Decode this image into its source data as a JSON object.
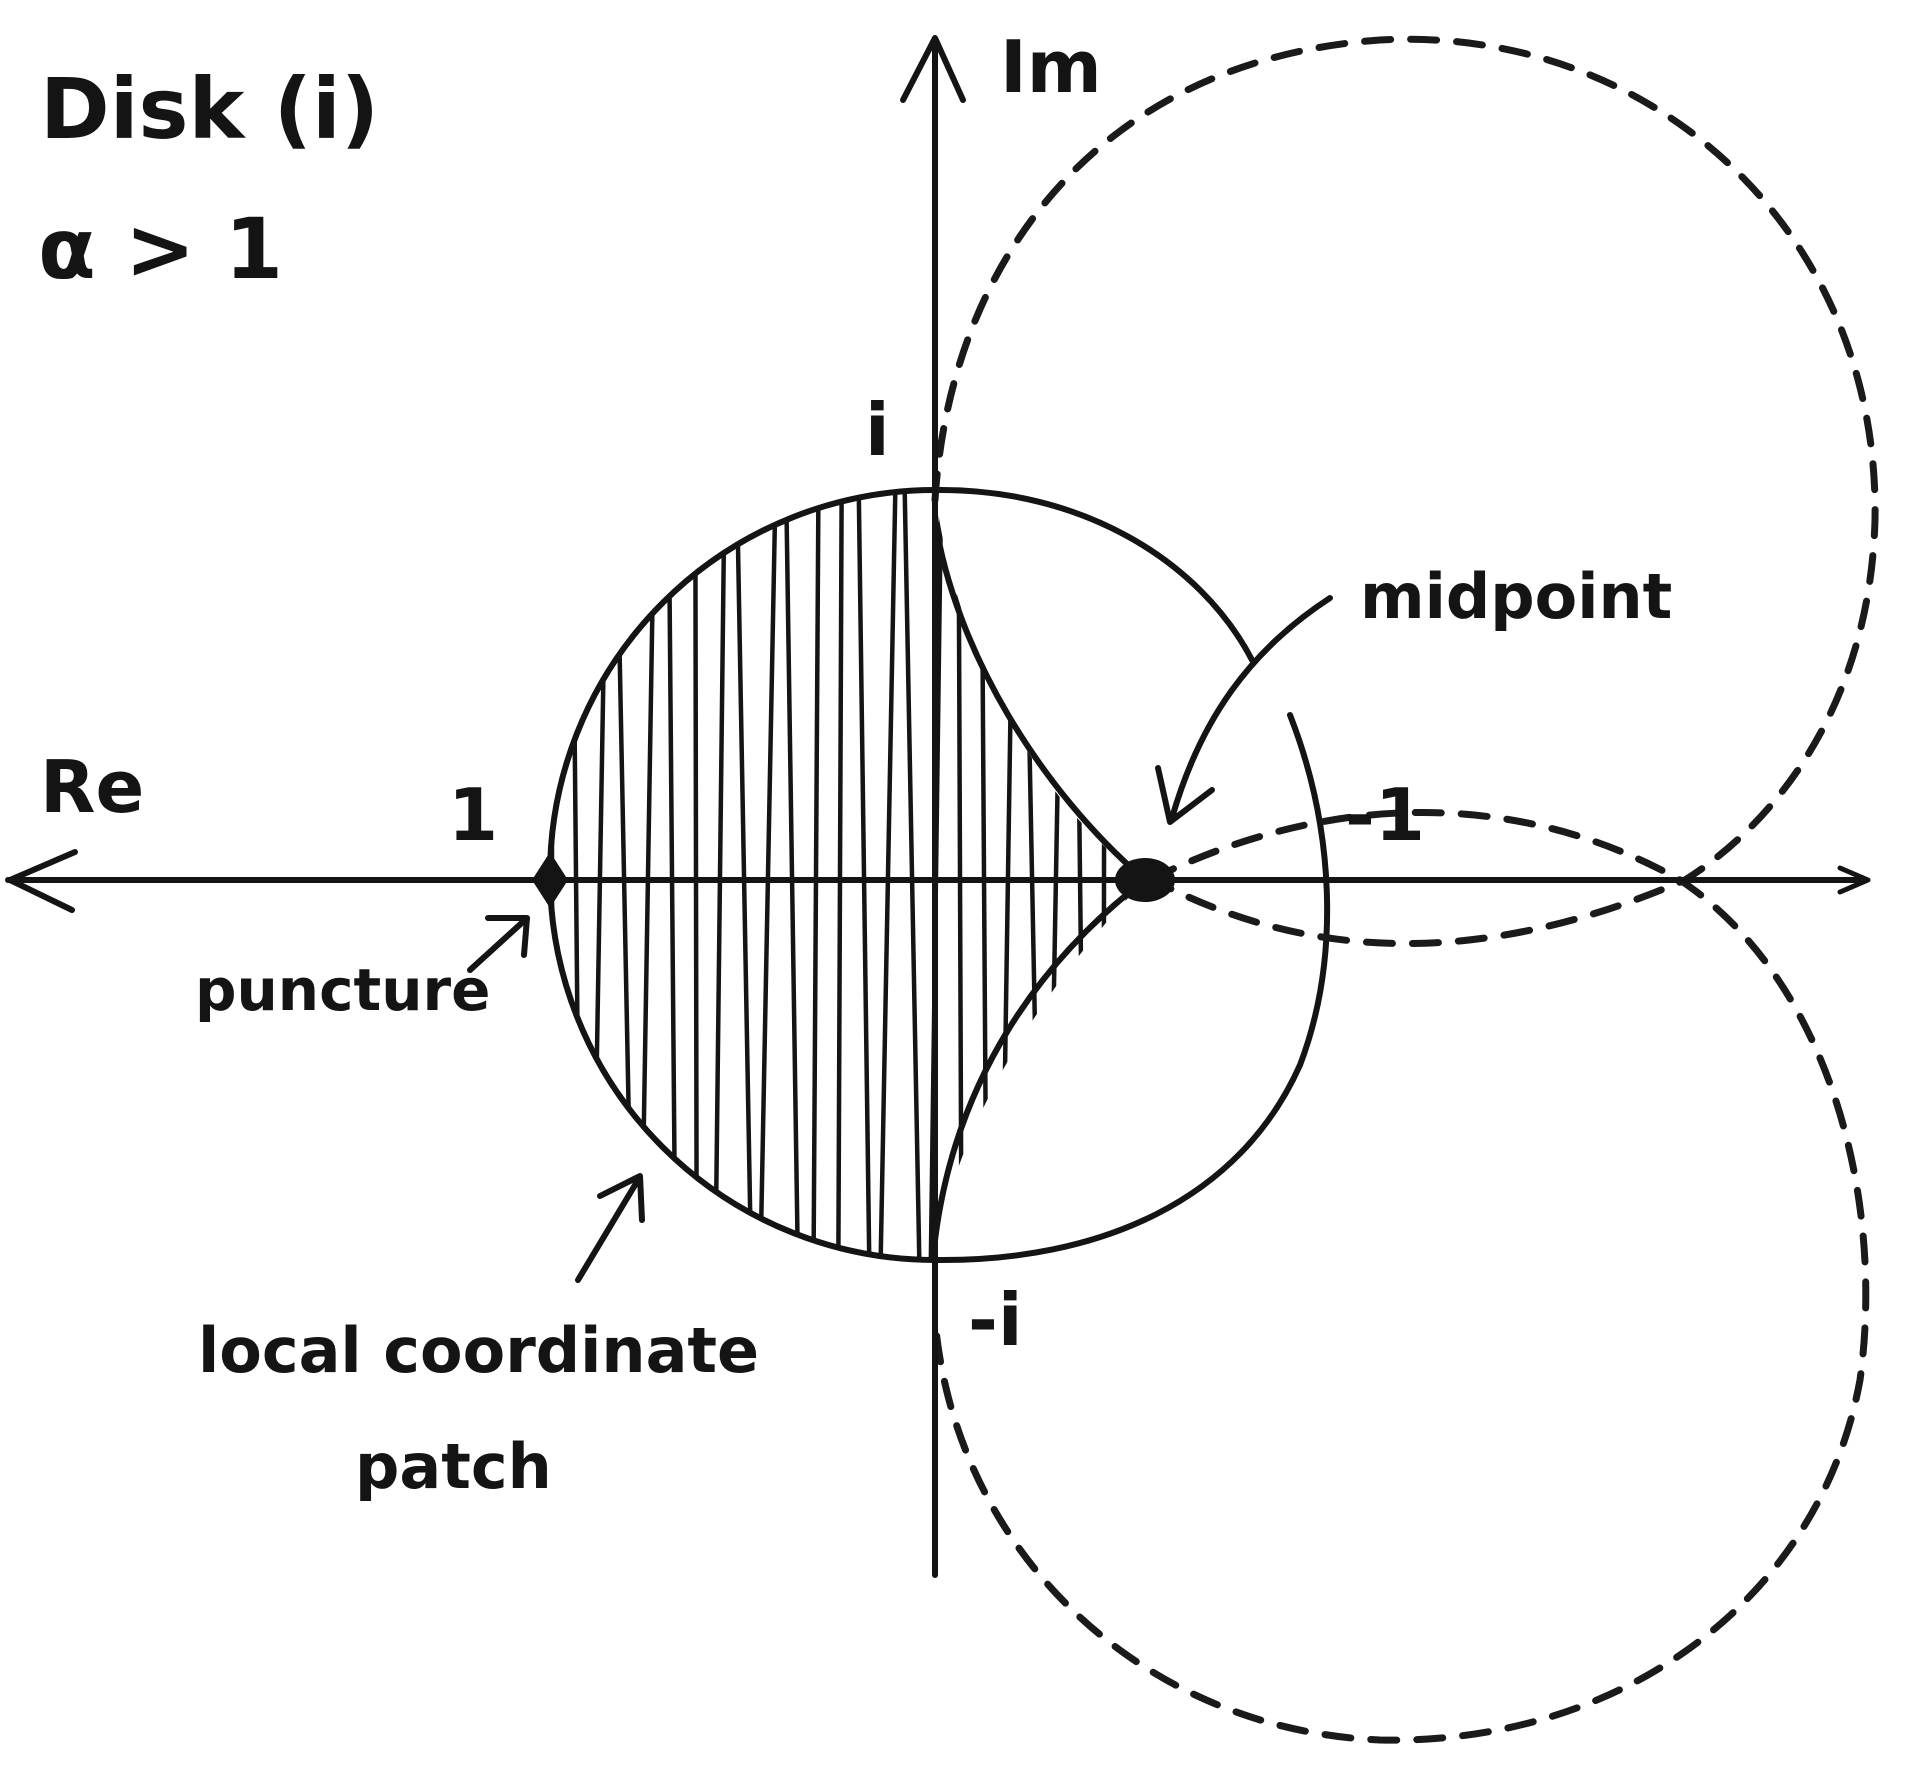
{
  "title": {
    "line1": "Disk (i)",
    "line2": "α > 1"
  },
  "axes": {
    "real_label": "Re",
    "imag_label": "Im"
  },
  "points": {
    "i": "i",
    "minus_i": "-i",
    "one": "1",
    "minus_one": "-1"
  },
  "annotations": {
    "midpoint": "midpoint",
    "puncture": "puncture",
    "patch_line1": "local coordinate",
    "patch_line2": "patch"
  },
  "colors": {
    "ink": "#141414",
    "paper": "#ffffff"
  }
}
